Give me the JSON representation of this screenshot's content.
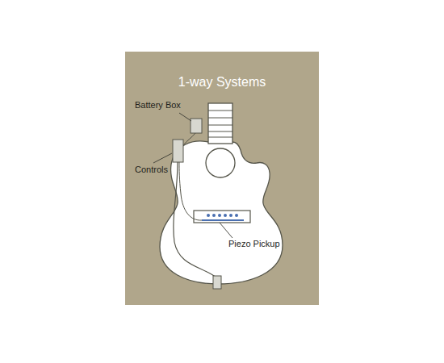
{
  "diagram": {
    "title": "1-way Systems",
    "labels": [
      "Battery Box",
      "Controls",
      "Piezo Pickup"
    ]
  }
}
